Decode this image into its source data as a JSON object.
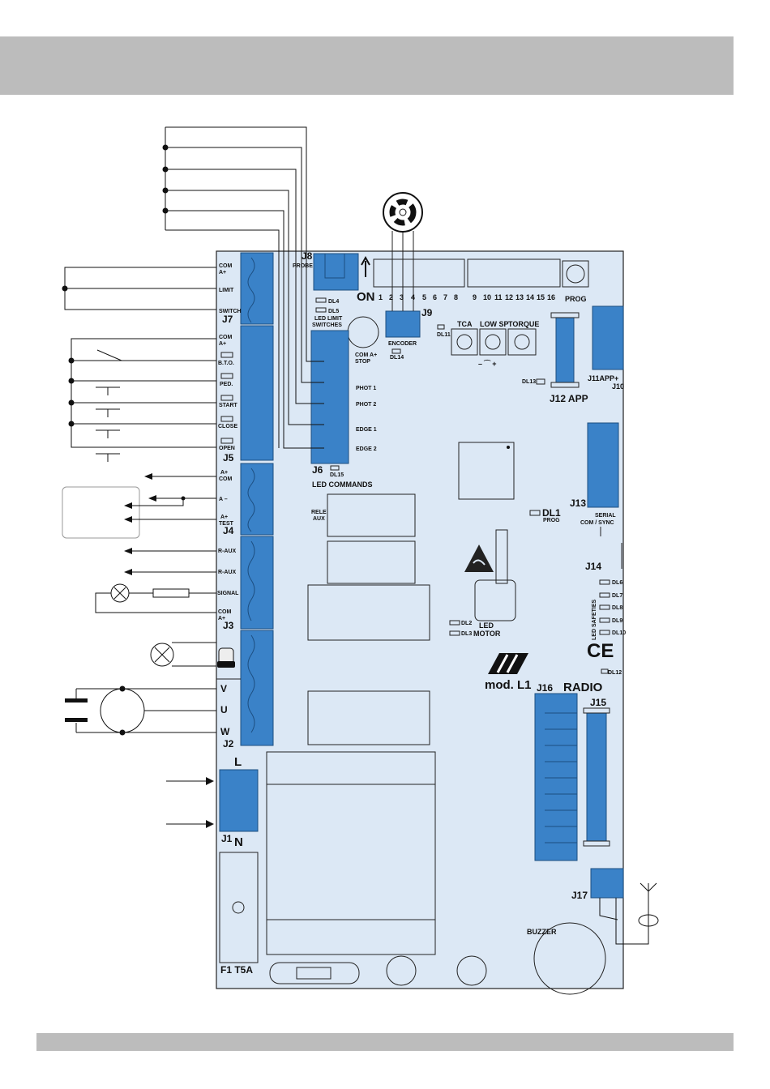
{
  "colors": {
    "board": "#dce8f5",
    "terminal": "#3a82c8",
    "bar": "#bcbcbc"
  },
  "connectors": {
    "j1": "J1",
    "j2": "J2",
    "j3": "J3",
    "j4": "J4",
    "j5": "J5",
    "j6": "J6",
    "j7": "J7",
    "j8": "J8",
    "j9": "J9",
    "j10": "J10",
    "j11": "J11APP+",
    "j12": "J12 APP",
    "j13": "J13",
    "j14": "J14",
    "j15": "J15",
    "j16": "J16",
    "j17": "J17"
  },
  "terminals": {
    "j7": [
      "COM\nA+",
      "LIMIT",
      "SWITCH"
    ],
    "j5": [
      "COM\nA+",
      "B.T.O.",
      "PED.",
      "START",
      "CLOSE",
      "OPEN"
    ],
    "j4": [
      "A+\nCOM",
      "A –",
      "A+\nTEST"
    ],
    "j3": [
      "R-AUX",
      "R-AUX",
      "SIGNAL",
      "COM\nA+"
    ],
    "j2": [
      "V",
      "U",
      "W"
    ],
    "j1": [
      "L",
      "N"
    ]
  },
  "j6_terminals": [
    "COM A+\nSTOP",
    "PHOT 1",
    "PHOT 2",
    "EDGE 1",
    "EDGE 2"
  ],
  "dip_numbers": [
    "1",
    "2",
    "3",
    "4",
    "5",
    "6",
    "7",
    "8",
    "9",
    "10",
    "11",
    "12",
    "13",
    "14",
    "15",
    "16"
  ],
  "labels": {
    "on": "ON",
    "probe": "PROBE",
    "prog": "PROG",
    "encoder": "ENCODER",
    "led_limit_switches": "LED LIMIT\nSWITCHES",
    "led_commands": "LED COMMANDS",
    "tca": "TCA",
    "low_sp": "LOW SP",
    "torque": "TORQUE",
    "trimmer_scale": "– ⁀ +",
    "rele_aux": "RELE\nAUX",
    "serial": "SERIAL\nCOM / SYNC",
    "dl1": "DL1",
    "dl1_sub": "PROG",
    "led_motor": "LED\nMOTOR",
    "led_safeties": "LED SAFETIES",
    "ce": "CE",
    "model": "mod. L1",
    "radio": "RADIO",
    "buzzer": "BUZZER",
    "fuse": "F1  T5A"
  },
  "leds": {
    "dl2": "DL2",
    "dl3": "DL3",
    "dl4": "DL4",
    "dl5": "DL5",
    "dl6": "DL6",
    "dl7": "DL7",
    "dl8": "DL8",
    "dl9": "DL9",
    "dl10": "DL10",
    "dl11": "DL11",
    "dl12": "DL12",
    "dl13": "DL13",
    "dl14": "DL14",
    "dl15": "DL15"
  }
}
